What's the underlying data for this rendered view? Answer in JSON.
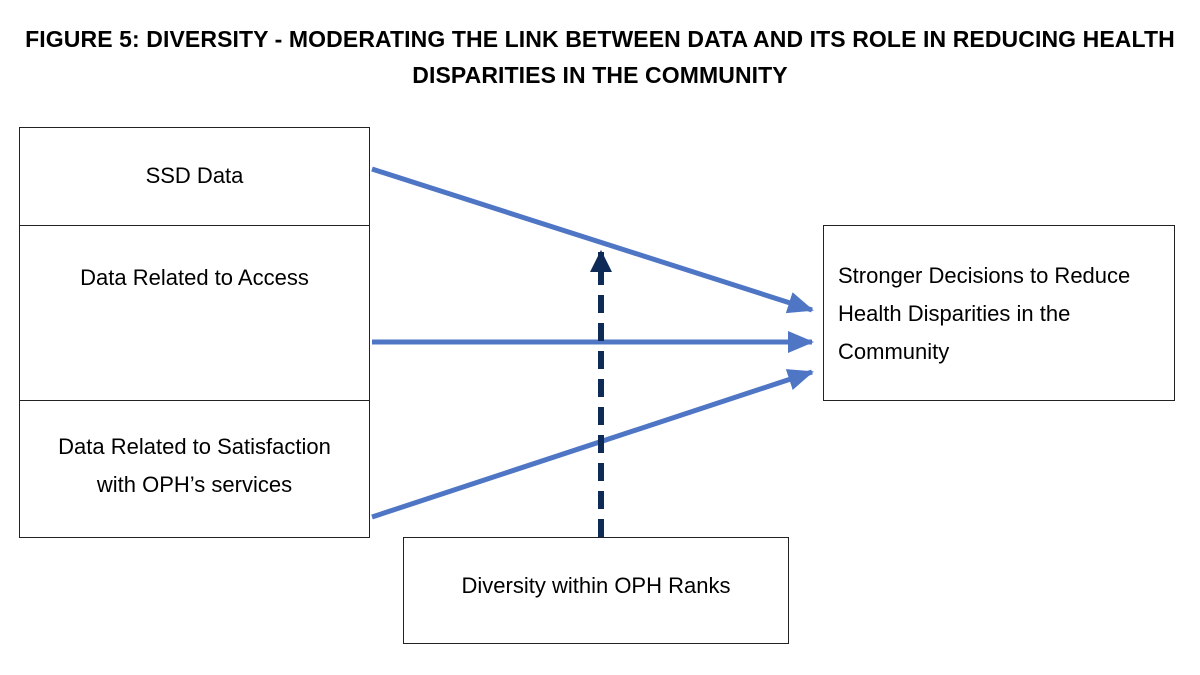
{
  "figure": {
    "title_line1": "FIGURE 5: DIVERSITY - MODERATING THE LINK BETWEEN DATA AND ITS ROLE IN REDUCING HEALTH",
    "title_line2": "DISPARITIES IN THE COMMUNITY"
  },
  "nodes": {
    "ssd_data": "SSD Data",
    "access_data": "Data Related to Access",
    "satisfaction_data_line1": "Data Related to Satisfaction",
    "satisfaction_data_line2": "with OPH’s services",
    "outcome_line1": "Stronger Decisions to Reduce",
    "outcome_line2": "Health Disparities in the",
    "outcome_line3": "Community",
    "moderator": "Diversity within OPH Ranks"
  },
  "edges": [
    {
      "from": "ssd_data",
      "to": "outcome",
      "style": "solid"
    },
    {
      "from": "access_data",
      "to": "outcome",
      "style": "solid"
    },
    {
      "from": "satisfaction_data",
      "to": "outcome",
      "style": "solid"
    },
    {
      "from": "moderator",
      "to": "ssd_data-outcome link",
      "style": "dashed"
    }
  ],
  "colors": {
    "arrow": "#4f76c5",
    "moderator_arrow": "#0e2a57",
    "border": "#222222"
  }
}
